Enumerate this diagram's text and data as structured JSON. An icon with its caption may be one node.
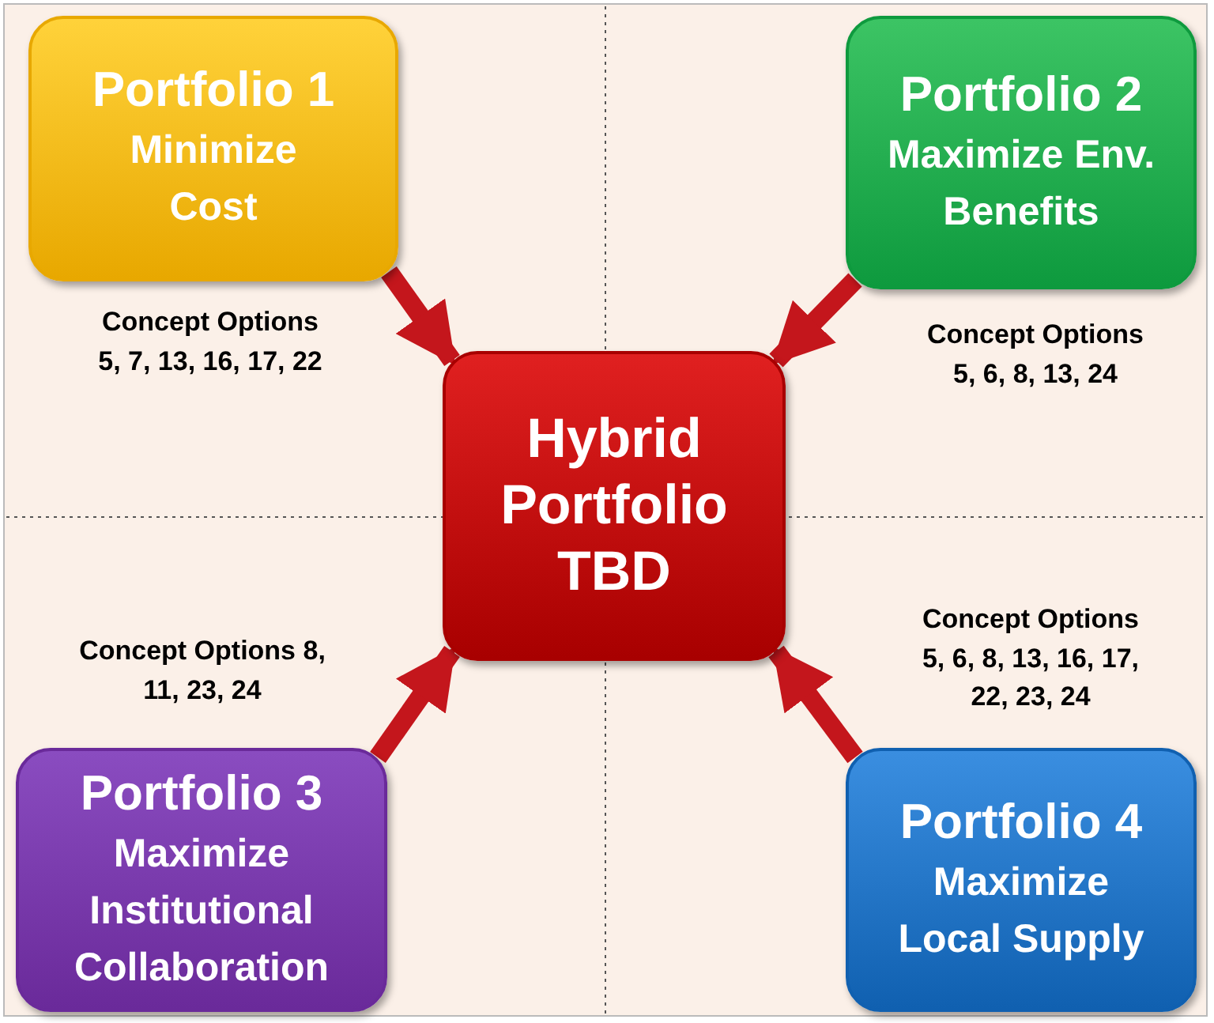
{
  "diagram": {
    "nodes": [
      {
        "text": [
          "Portfolio 1",
          "Minimize Cost"
        ]
      },
      {
        "text": [
          "Portfolio 2",
          "Maximize Env. Benefits"
        ]
      },
      {
        "text": [
          "Hybrid Portfolio TBD"
        ]
      },
      {
        "text": [
          "Portfolio 3",
          "Maximize Institutional Collaboration"
        ]
      },
      {
        "text": [
          "Portfolio 4",
          "Maximize Local Supply"
        ]
      }
    ],
    "edges": [
      {
        "from": 0,
        "to": 2,
        "arrow": "to"
      },
      {
        "from": 1,
        "to": 2,
        "arrow": "to"
      },
      {
        "from": 3,
        "to": 2,
        "arrow": "to"
      },
      {
        "from": 4,
        "to": 2,
        "arrow": "to"
      }
    ],
    "labels": [
      "Concept Options 5, 7, 13, 16, 17, 22",
      "Concept Options 5, 6, 8, 13, 24",
      "Concept Options 8, 11, 23, 24",
      "Concept Options 5, 6, 8, 13, 16, 17, 22, 23, 24"
    ]
  }
}
